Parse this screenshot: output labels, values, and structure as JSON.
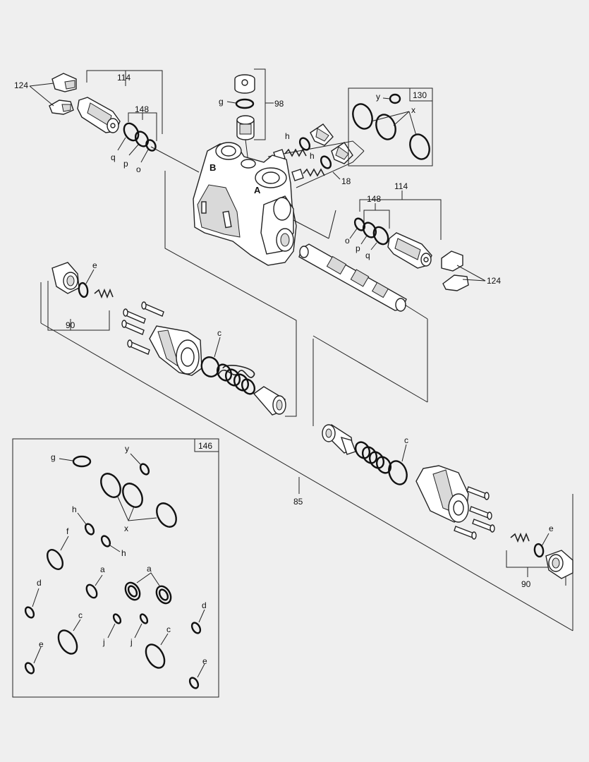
{
  "labels": {
    "clip_top": "124",
    "relief_top": "114",
    "seal_kit_top": "148",
    "q_top": "q",
    "p_top": "p",
    "o_top": "o",
    "plug_kit": "98",
    "g_top": "g",
    "h_upper": "h",
    "h_lower": "h",
    "check_kit": "18",
    "kit130": "130",
    "y_top": "y",
    "x_top": "x",
    "relief_right": "114",
    "seal_kit_right": "148",
    "o_right": "o",
    "p_right": "p",
    "q_right": "q",
    "clip_right": "124",
    "housing_left": "90",
    "e_left": "e",
    "c_left": "c",
    "c_right": "c",
    "spool_kit": "85",
    "housing_right": "90",
    "e_right": "e",
    "port_b": "B",
    "port_a": "A"
  },
  "kit146": {
    "number": "146",
    "g": "g",
    "y": "y",
    "x": "x",
    "h1": "h",
    "h2": "h",
    "f": "f",
    "a1": "a",
    "a2": "a",
    "d1": "d",
    "d2": "d",
    "c1": "c",
    "c2": "c",
    "j1": "j",
    "j2": "j",
    "e1": "e",
    "e2": "e"
  },
  "colors": {
    "background": "#efefef",
    "line": "#222222"
  }
}
